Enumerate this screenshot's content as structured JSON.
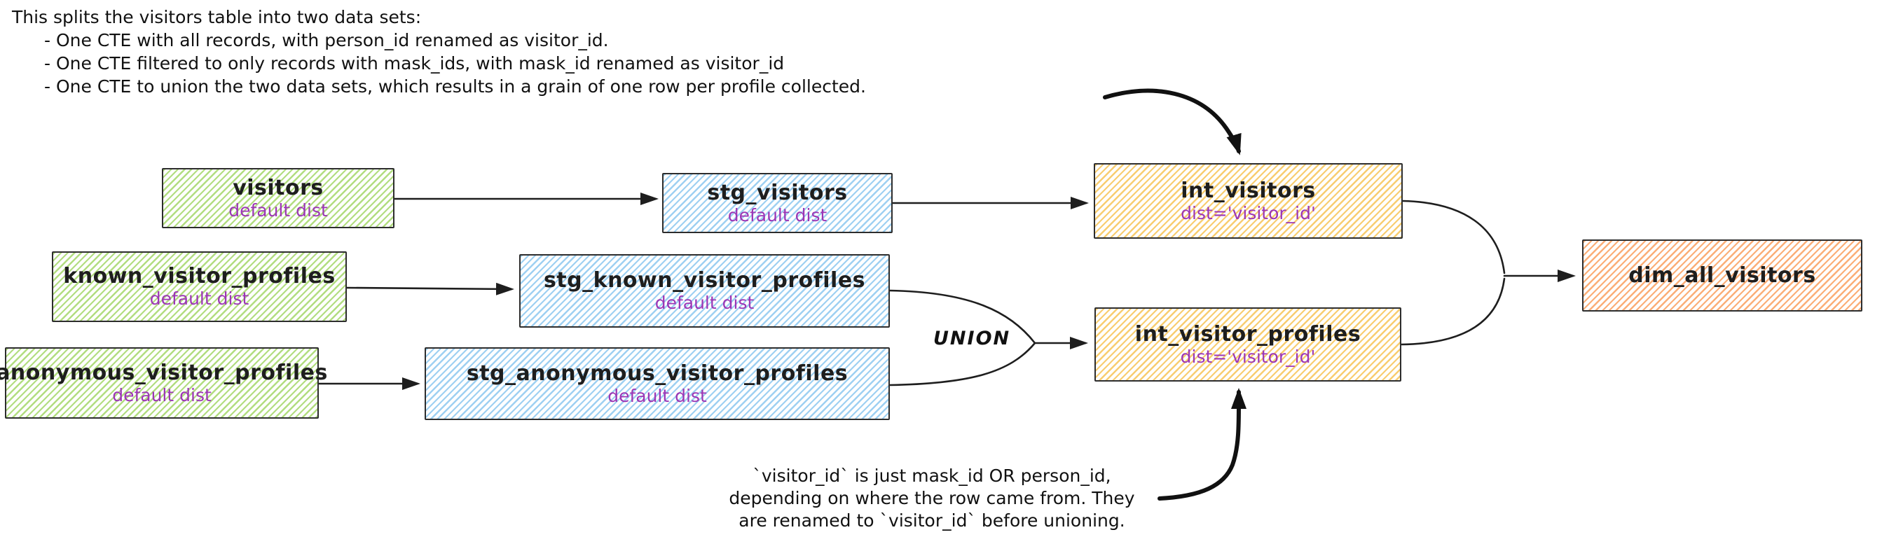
{
  "colors": {
    "stroke": "#1e1e1e",
    "text": "#111111",
    "subtitle_purple": "#9c36b5",
    "green_hatch": "#b2dd80",
    "blue_hatch": "#9ed0f2",
    "yellow_hatch": "#f8cd70",
    "orange_hatch": "#fbae77"
  },
  "annotations": {
    "top": {
      "lines": [
        "This splits the visitors table into two data sets:",
        "- One CTE with all records, with person_id renamed as visitor_id.",
        "- One CTE filtered to only records with mask_ids, with mask_id renamed as visitor_id",
        "- One CTE to union the two data sets, which results in a grain of one row per profile collected."
      ]
    },
    "bottom": {
      "lines": [
        "`visitor_id` is just mask_id OR person_id,",
        "depending on where the row came from. They",
        "are renamed to `visitor_id` before unioning."
      ]
    },
    "union_label": "UNION"
  },
  "nodes": [
    {
      "id": "visitors",
      "title": "visitors",
      "subtitle": "default dist",
      "color": "green"
    },
    {
      "id": "stg_visitors",
      "title": "stg_visitors",
      "subtitle": "default dist",
      "color": "blue"
    },
    {
      "id": "int_visitors",
      "title": "int_visitors",
      "subtitle": "dist='visitor_id'",
      "color": "yellow"
    },
    {
      "id": "known_visitor_profiles",
      "title": "known_visitor_profiles",
      "subtitle": "default dist",
      "color": "green"
    },
    {
      "id": "stg_known_visitor_profiles",
      "title": "stg_known_visitor_profiles",
      "subtitle": "default dist",
      "color": "blue"
    },
    {
      "id": "anonymous_visitor_profiles",
      "title": "anonymous_visitor_profiles",
      "subtitle": "default dist",
      "color": "green"
    },
    {
      "id": "stg_anonymous_visitor_profiles",
      "title": "stg_anonymous_visitor_profiles",
      "subtitle": "default dist",
      "color": "blue"
    },
    {
      "id": "int_visitor_profiles",
      "title": "int_visitor_profiles",
      "subtitle": "dist='visitor_id'",
      "color": "yellow"
    },
    {
      "id": "dim_all_visitors",
      "title": "dim_all_visitors",
      "subtitle": "",
      "color": "orange"
    }
  ]
}
